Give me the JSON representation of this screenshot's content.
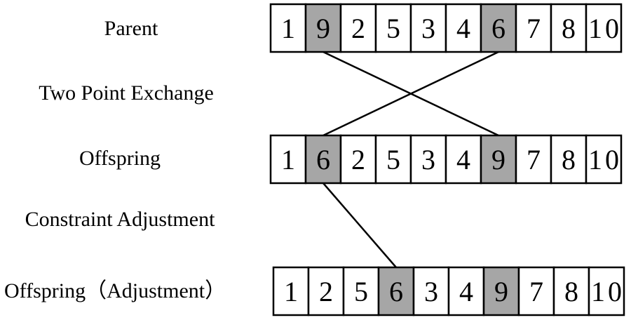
{
  "colors": {
    "highlight": "#a6a6a6",
    "normal": "#ffffff",
    "border": "#000000"
  },
  "rows": [
    {
      "id": "parent",
      "label": "Parent",
      "values": [
        "1",
        "9",
        "2",
        "5",
        "3",
        "4",
        "6",
        "7",
        "8",
        "10"
      ],
      "highlighted": [
        1,
        6
      ]
    },
    {
      "id": "offspring",
      "label": "Offspring",
      "values": [
        "1",
        "6",
        "2",
        "5",
        "3",
        "4",
        "9",
        "7",
        "8",
        "10"
      ],
      "highlighted": [
        1,
        6
      ]
    },
    {
      "id": "offspring-adjustment",
      "label": "Offspring（Adjustment）",
      "values": [
        "1",
        "2",
        "5",
        "6",
        "3",
        "4",
        "9",
        "7",
        "8",
        "10"
      ],
      "highlighted": [
        3,
        6
      ]
    }
  ],
  "steps": [
    {
      "id": "two-point-exchange",
      "label": "Two Point Exchange"
    },
    {
      "id": "constraint-adjustment",
      "label": "Constraint Adjustment"
    }
  ],
  "connectors": [
    {
      "from": "parent",
      "from_index": 1,
      "to": "offspring",
      "to_index": 6
    },
    {
      "from": "parent",
      "from_index": 6,
      "to": "offspring",
      "to_index": 1
    },
    {
      "from": "offspring",
      "from_index": 1,
      "to": "offspring-adjustment",
      "to_index": 3
    }
  ]
}
